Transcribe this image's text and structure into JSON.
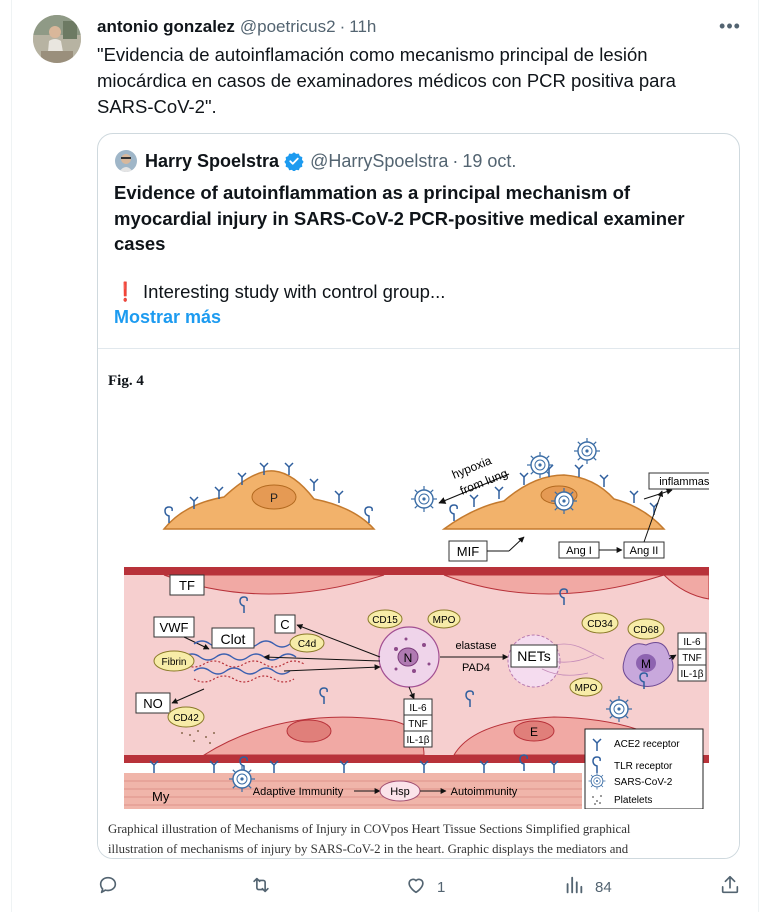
{
  "post": {
    "display_name": "antonio gonzalez",
    "handle": "@poetricus2",
    "separator": "·",
    "time": "11h",
    "text": "\"Evidencia de autoinflamación como mecanismo principal de lesión miocárdica en casos de examinadores médicos con PCR positiva para SARS-CoV-2\"."
  },
  "quoted": {
    "display_name": "Harry Spoelstra",
    "handle": "@HarrySpoelstra",
    "separator": "·",
    "date": "19 oct.",
    "title": "Evidence of autoinflammation as a principal mechanism of myocardial injury in SARS-CoV-2 PCR-positive medical examiner cases",
    "body_icon": "❗",
    "body": "Interesting study with control group...",
    "show_more": "Mostrar más",
    "figure": {
      "label": "Fig. 4",
      "caption_line1": "Graphical illustration of Mechanisms of Injury in COVpos Heart Tissue Sections Simplified graphical",
      "caption_line2": "illustration of mechanisms of injury by SARS-CoV-2 in the heart. Graphic displays the mediators and",
      "labels": {
        "hypoxia": "hypoxia",
        "from_lung": "from lung",
        "inflammasome": "inflammasome",
        "p": "P",
        "mif": "MIF",
        "ang1": "Ang I",
        "ang2": "Ang II",
        "tf": "TF",
        "vwf": "VWF",
        "c": "C",
        "c4d": "C4d",
        "clot": "Clot",
        "fibrin": "Fibrin",
        "no": "NO",
        "cd42": "CD42",
        "cd15": "CD15",
        "mpo": "MPO",
        "n": "N",
        "elastase": "elastase",
        "pad4": "PAD4",
        "nets": "NETs",
        "mpo2": "MPO",
        "cd34": "CD34",
        "cd68": "CD68",
        "m": "M",
        "il6": "IL-6",
        "tnf": "TNF",
        "il1b": "IL-1β",
        "il6b": "IL-6",
        "tnfb": "TNF",
        "il1bb": "IL-1β",
        "e": "E",
        "my": "My",
        "adaptive": "Adaptive Immunity",
        "hsp": "Hsp",
        "autoimmunity": "Autoimmunity",
        "legend_ace2": "ACE2 receptor",
        "legend_tlr": "TLR receptor",
        "legend_sars": "SARS-CoV-2",
        "legend_platelets": "Platelets"
      }
    }
  },
  "actions": {
    "reply_icon": "reply-icon",
    "retweet_icon": "retweet-icon",
    "like_icon": "heart-icon",
    "like_count": "1",
    "views_icon": "views-icon",
    "views_count": "84",
    "share_icon": "share-icon"
  },
  "colors": {
    "text": "#0f1419",
    "muted": "#536471",
    "link": "#1d9bf0",
    "border": "#cfd9de",
    "cell_orange": "#f2b26b",
    "vessel_red": "#b8323a",
    "vessel_pink": "#f6cfcf",
    "receptor_blue": "#2f5f9e"
  }
}
